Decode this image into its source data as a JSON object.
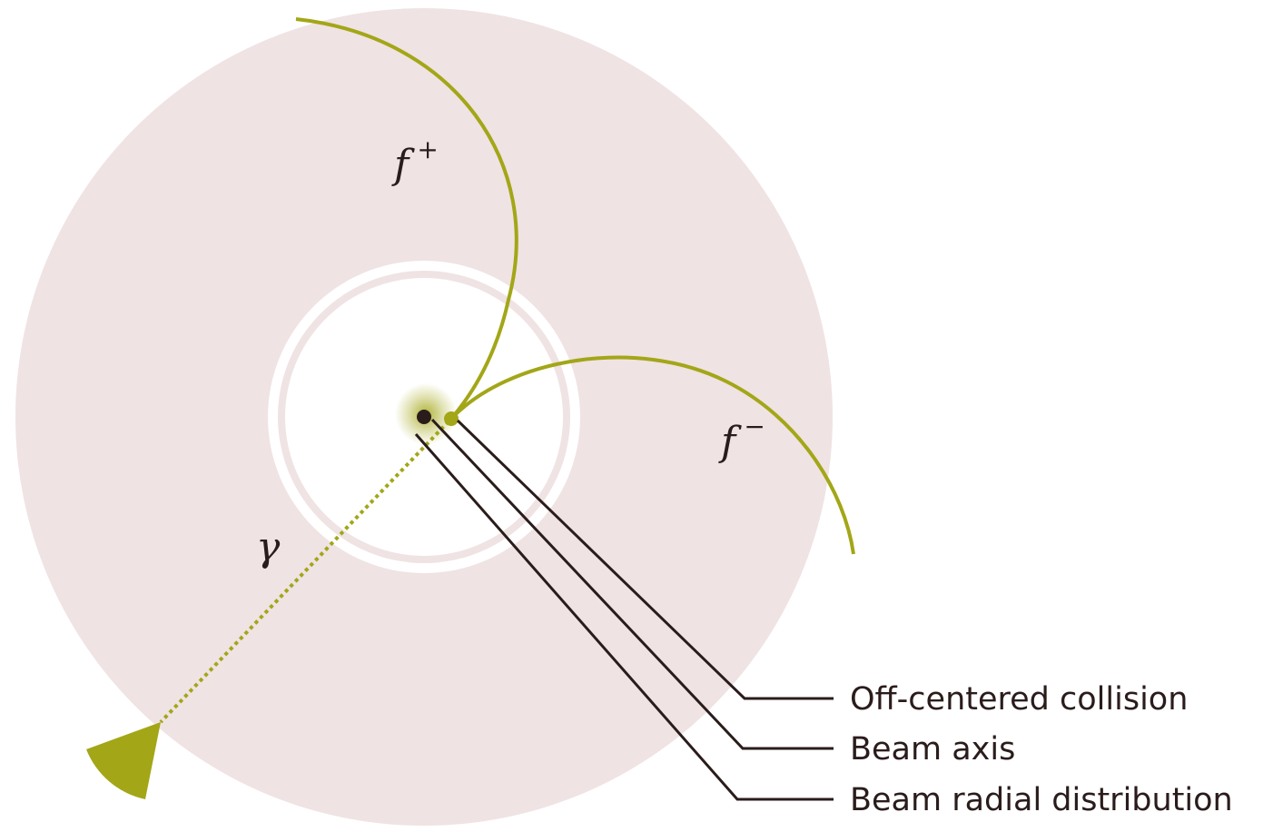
{
  "colors": {
    "detector": "#efe3e4",
    "gap": "#ffffff",
    "track": "#a3a617",
    "callout": "#2b1c1c",
    "background": "#ffffff"
  },
  "particles": {
    "f_plus": {
      "symbol": "f",
      "charge": "+"
    },
    "f_minus": {
      "symbol": "f",
      "charge": "−"
    },
    "gamma": {
      "symbol": "γ"
    }
  },
  "callouts": [
    {
      "label": "Off-centered collision"
    },
    {
      "label": "Beam axis"
    },
    {
      "label": "Beam radial distribution"
    }
  ],
  "icons": {
    "photon_detector": "wedge-icon",
    "beam_axis": "dot-icon",
    "collision": "dot-icon"
  }
}
